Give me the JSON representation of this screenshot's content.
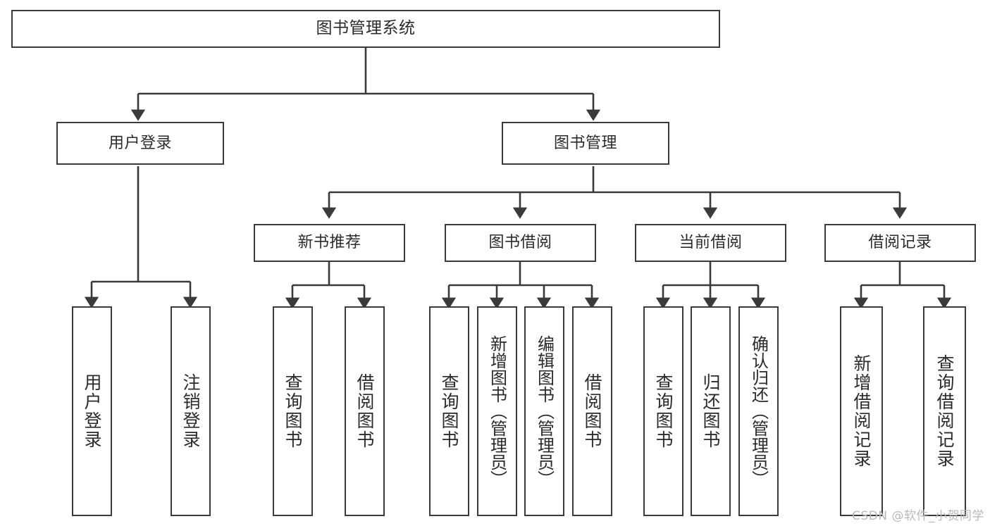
{
  "diagram": {
    "title": "图书管理系统",
    "type": "tree",
    "watermark": "CSDN @软件_小贺同学",
    "colors": {
      "stroke": "#3a3a3a",
      "fill": "#ffffff",
      "text": "#2b2b2b",
      "watermark": "#b9b9b9"
    },
    "root": {
      "label": "图书管理系统"
    },
    "level1": [
      {
        "label": "用户登录"
      },
      {
        "label": "图书管理"
      }
    ],
    "level2": [
      {
        "label": "新书推荐"
      },
      {
        "label": "图书借阅"
      },
      {
        "label": "当前借阅"
      },
      {
        "label": "借阅记录"
      }
    ],
    "leaves": {
      "user_login": [
        {
          "label": "用户登录"
        },
        {
          "label": "注销登录"
        }
      ],
      "new_book_recommend": [
        {
          "label": "查询图书"
        },
        {
          "label": "借阅图书"
        }
      ],
      "book_borrow": [
        {
          "label": "查询图书"
        },
        {
          "label": "新增图书（管理员）"
        },
        {
          "label": "编辑图书（管理员）"
        },
        {
          "label": "借阅图书"
        }
      ],
      "current_borrow": [
        {
          "label": "查询图书"
        },
        {
          "label": "归还图书"
        },
        {
          "label": "确认归还（管理员）"
        }
      ],
      "borrow_record": [
        {
          "label": "新增借阅记录"
        },
        {
          "label": "查询借阅记录"
        }
      ]
    }
  }
}
